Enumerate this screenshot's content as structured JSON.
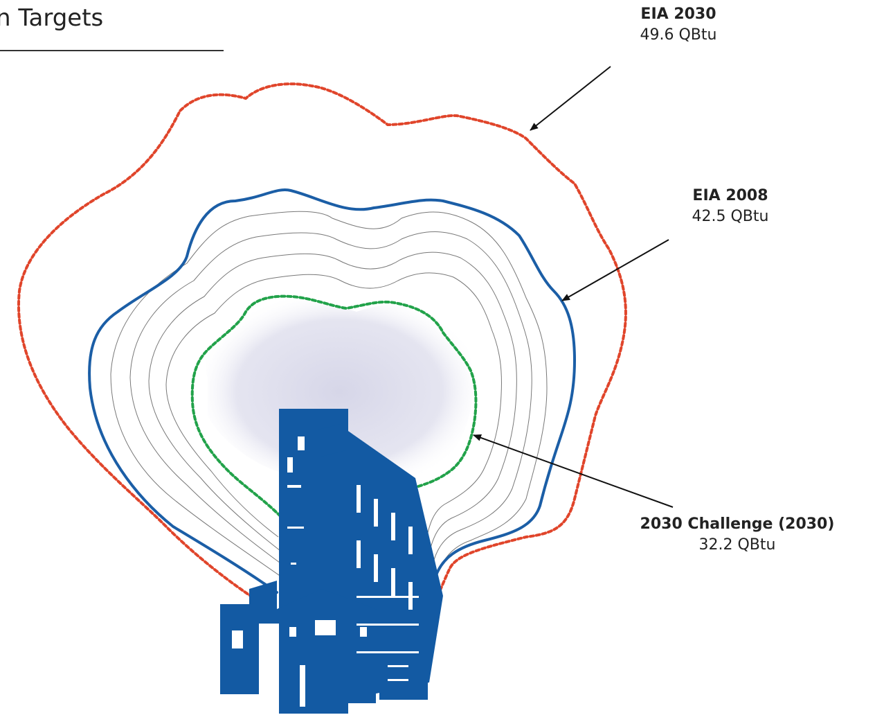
{
  "title": "n Targets",
  "labels": {
    "eia2030": {
      "name": "EIA 2030",
      "value": "49.6 QBtu"
    },
    "eia2008": {
      "name": "EIA 2008",
      "value": "42.5 QBtu"
    },
    "challenge": {
      "name": "2030 Challenge (2030)",
      "value": "32.2 QBtu"
    }
  },
  "colors": {
    "eia2030": "#e0452b",
    "eia2008": "#1b5ea6",
    "challenge": "#22a24a",
    "building": "#135aa3",
    "intermediate": "#777777"
  },
  "icons": {
    "building": "building-illustration"
  }
}
